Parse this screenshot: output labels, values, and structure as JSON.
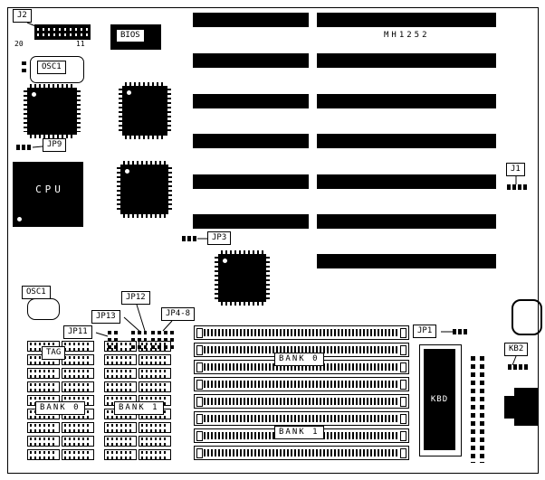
{
  "board": {
    "model": "MH1252",
    "labels": {
      "j2": "J2",
      "j2_pin_start": "20",
      "j2_pin_end": "11",
      "bios": "BIOS",
      "osc1_top": "OSC1",
      "jp9": "JP9",
      "cpu": "CPU",
      "j1": "J1",
      "jp3": "JP3",
      "osc1_left": "OSC1",
      "jp12": "JP12",
      "jp13": "JP13",
      "jp4_8": "JP4-8",
      "jp11": "JP11",
      "tag": "TAG",
      "dip_bank0": "BANK 0",
      "dip_bank1": "BANK 1",
      "simm_bank0": "BANK 0",
      "simm_bank1": "BANK 1",
      "jp1": "JP1",
      "kbd": "KBD",
      "kb2": "KB2"
    },
    "colors": {
      "ink": "#000000",
      "paper": "#ffffff"
    }
  }
}
